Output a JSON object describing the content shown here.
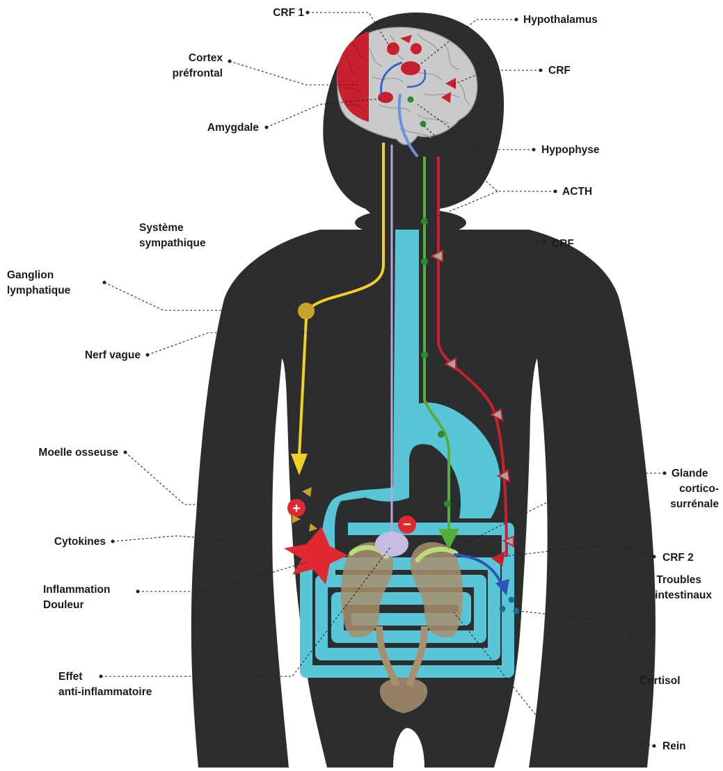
{
  "labels": {
    "crf1": "CRF 1",
    "hypothalamus": "Hypothalamus",
    "cortex_line1": "Cortex",
    "cortex_line2": "préfrontal",
    "crf_brain": "CRF",
    "amygdale": "Amygdale",
    "hypophyse": "Hypophyse",
    "acth": "ACTH",
    "sympathique_line1": "Système",
    "sympathique_line2": "sympathique",
    "crf_body": "CRF",
    "ganglion_line1": "Ganglion",
    "ganglion_line2": "lymphatique",
    "nerf_vague": "Nerf vague",
    "moelle": "Moelle osseuse",
    "cytokines": "Cytokines",
    "glande_line1": "Glande",
    "glande_line2": "cortico-",
    "glande_line3": "surrénale",
    "crf2": "CRF 2",
    "troubles_line1": "Troubles",
    "troubles_line2": "intestinaux",
    "inflammation_line1": "Inflammation",
    "inflammation_line2": "Douleur",
    "cortisol": "Cortisol",
    "effet_line1": "Effet",
    "effet_line2": "anti-inflammatoire",
    "rein": "Rein"
  },
  "symbols": {
    "plus": "+",
    "minus": "−"
  },
  "colors": {
    "body": "#2b2d2f",
    "brain": "#c9cacc",
    "cortex": "#c8202e",
    "sympathetic": "#f2cf25",
    "vagus": "#b7a7d8",
    "acth": "#55ad3a",
    "crf": "#c8202e",
    "gut": "#58c6d6",
    "kidney": "#a88f6e",
    "adrenal": "#b8dd7a",
    "cortisol_arrow": "#2a57b7"
  }
}
